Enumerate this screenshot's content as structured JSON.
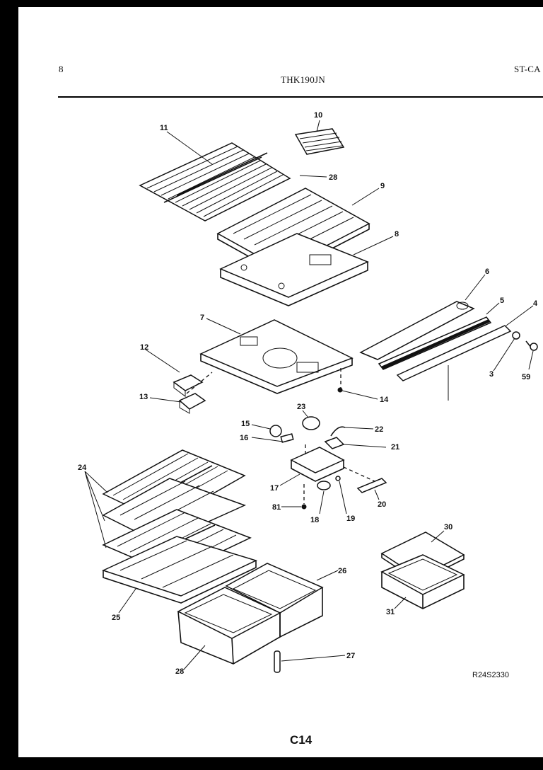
{
  "header": {
    "page_number": "8",
    "model": "THK190JN",
    "section": "ST-CA"
  },
  "callouts": [
    {
      "id": "c11",
      "text": "11"
    },
    {
      "id": "c10",
      "text": "10"
    },
    {
      "id": "c28a",
      "text": "28"
    },
    {
      "id": "c9",
      "text": "9"
    },
    {
      "id": "c8",
      "text": "8"
    },
    {
      "id": "c6",
      "text": "6"
    },
    {
      "id": "c5",
      "text": "5"
    },
    {
      "id": "c4",
      "text": "4"
    },
    {
      "id": "c7",
      "text": "7"
    },
    {
      "id": "c12",
      "text": "12"
    },
    {
      "id": "c13",
      "text": "13"
    },
    {
      "id": "c14",
      "text": "14"
    },
    {
      "id": "c3",
      "text": "3"
    },
    {
      "id": "c59",
      "text": "59"
    },
    {
      "id": "c23",
      "text": "23"
    },
    {
      "id": "c15",
      "text": "15"
    },
    {
      "id": "c22",
      "text": "22"
    },
    {
      "id": "c16",
      "text": "16"
    },
    {
      "id": "c21",
      "text": "21"
    },
    {
      "id": "c24",
      "text": "24"
    },
    {
      "id": "c17",
      "text": "17"
    },
    {
      "id": "c20",
      "text": "20"
    },
    {
      "id": "c81",
      "text": "81"
    },
    {
      "id": "c18",
      "text": "18"
    },
    {
      "id": "c19",
      "text": "19"
    },
    {
      "id": "c30",
      "text": "30"
    },
    {
      "id": "c26",
      "text": "26"
    },
    {
      "id": "c25",
      "text": "25"
    },
    {
      "id": "c31",
      "text": "31"
    },
    {
      "id": "c27",
      "text": "27"
    },
    {
      "id": "c28b",
      "text": "28"
    }
  ],
  "footer": {
    "drawing_number": "R24S2330",
    "page_code": "C14"
  }
}
